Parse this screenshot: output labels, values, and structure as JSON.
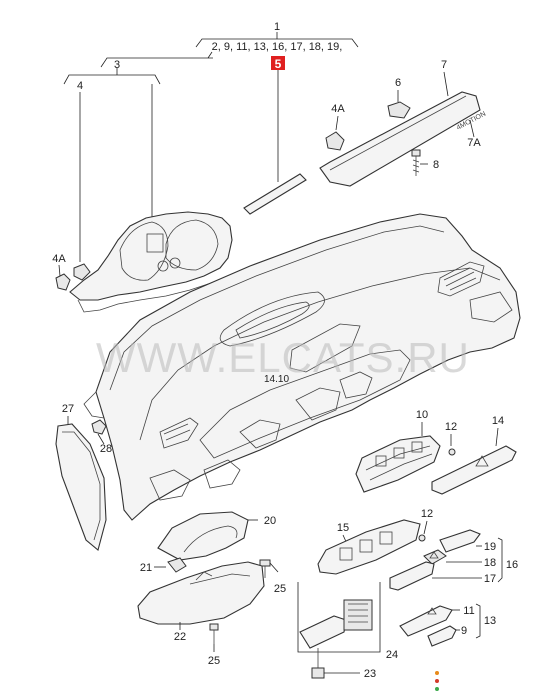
{
  "callouts": {
    "c1": "1",
    "c1_list": "2, 9, 11, 13, 16, 17, 18, 19,",
    "c3": "3",
    "c4": "4",
    "c4a_top": "4A",
    "c4a_left": "4A",
    "c5": "5",
    "c6": "6",
    "c7": "7",
    "c7a": "7A",
    "c8": "8",
    "c10": "10",
    "c12_top": "12",
    "c14": "14",
    "c15": "15",
    "c12_bottom": "12",
    "c16": "16",
    "c17": "17",
    "c18": "18",
    "c19": "19",
    "c20": "20",
    "c21": "21",
    "c22": "22",
    "c23": "23",
    "c24": "24",
    "c25_top": "25",
    "c25_bottom": "25",
    "c27": "27",
    "c28": "28",
    "c11": "11",
    "c9": "9",
    "c13": "13"
  },
  "highlight_color": "#e02020",
  "embossed_text": "4MOTION",
  "watermark": "WWW.ELCATS.RU",
  "code_fragment": "14.10"
}
